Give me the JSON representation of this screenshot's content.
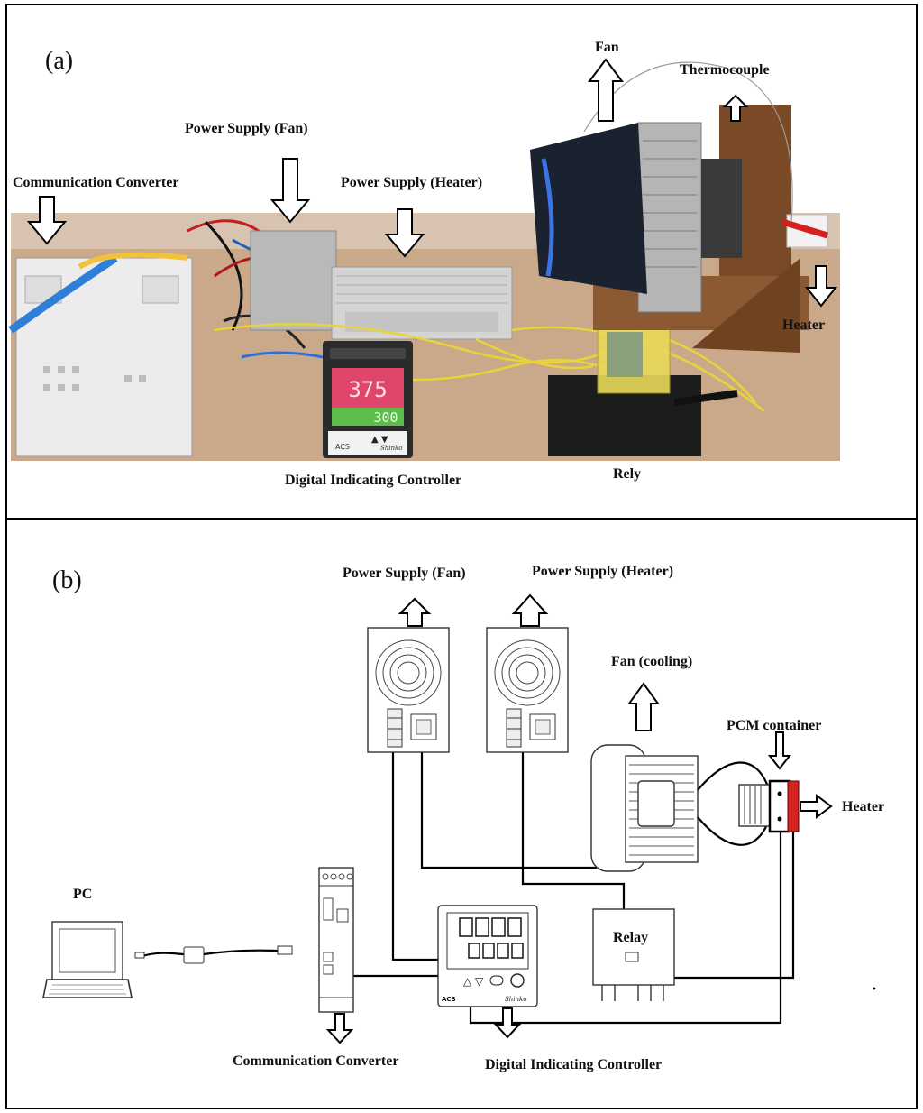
{
  "panel_a": {
    "label": "(a)",
    "labels": {
      "communication_converter": "Communication Converter",
      "power_supply_fan": "Power Supply (Fan)",
      "power_supply_heater": "Power Supply (Heater)",
      "fan": "Fan",
      "thermocouple": "Thermocouple",
      "heater": "Heater",
      "digital_indicating_controller": "Digital Indicating Controller",
      "rely": "Rely"
    },
    "controller_display": {
      "pv": "375",
      "sv": "300",
      "brand": "ACS",
      "maker": "Shinko"
    }
  },
  "panel_b": {
    "label": "(b)",
    "labels": {
      "power_supply_fan": "Power Supply (Fan)",
      "power_supply_heater": "Power Supply (Heater)",
      "fan_cooling": "Fan (cooling)",
      "pcm_container": "PCM container",
      "heater": "Heater",
      "pc": "PC",
      "relay": "Relay",
      "communication_converter": "Communication Converter",
      "digital_indicating_controller": "Digital Indicating Controller"
    },
    "controller_brand": "ACS",
    "controller_maker": "Shinko"
  }
}
